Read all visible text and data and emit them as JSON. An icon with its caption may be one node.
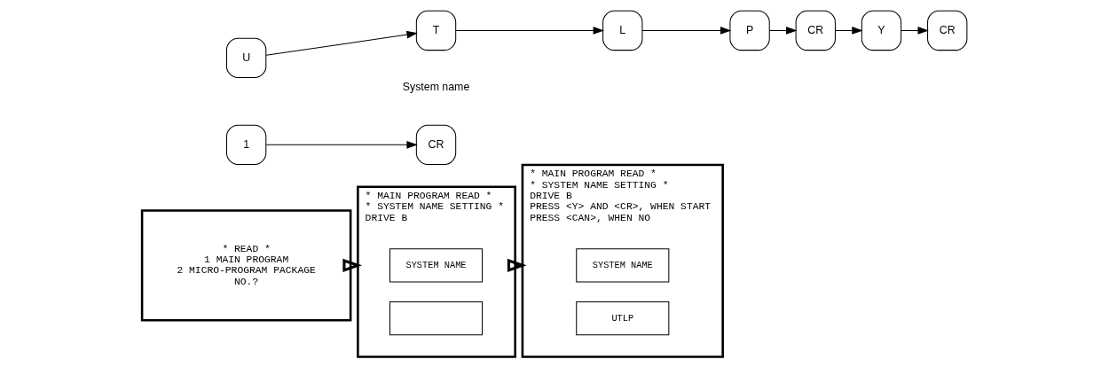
{
  "diagram": {
    "nodes": [
      {
        "text": [
          "* READ *",
          "1 MAIN PROGRAM",
          "2 MICRO-PROGRAM PACKAGE",
          "NO.?"
        ]
      },
      {
        "text": [
          "* MAIN PROGRAM READ *",
          "* SYSTEM NAME SETTING *",
          "DRIVE B"
        ]
      },
      {
        "text": [
          "SYSTEM NAME"
        ],
        "in": 1
      },
      {
        "text": [],
        "shape": "box",
        "in": 1
      },
      {
        "text": [
          "* MAIN PROGRAM READ *",
          "* SYSTEM NAME SETTING *",
          "DRIVE B",
          "PRESS <Y> AND <CR>, WHEN START",
          "PRESS <CAN>, WHEN NO"
        ]
      },
      {
        "text": [
          "SYSTEM NAME"
        ],
        "in": 4
      },
      {
        "text": [
          "UTLP"
        ],
        "in": 4
      },
      {
        "text": [
          "1"
        ]
      },
      {
        "text": [
          "CR"
        ]
      },
      {
        "text": [
          "U"
        ]
      },
      {
        "text": [
          "T"
        ]
      },
      {
        "text": [
          "L"
        ]
      },
      {
        "text": [
          "P"
        ]
      },
      {
        "text": [
          "CR"
        ]
      },
      {
        "text": [
          "Y"
        ]
      },
      {
        "text": [
          "CR"
        ]
      }
    ],
    "edges": [
      {
        "from": 0,
        "to": 1,
        "arrow": "to",
        "style": "thick"
      },
      {
        "from": 1,
        "to": 4,
        "arrow": "to",
        "style": "thick"
      },
      {
        "from": 7,
        "to": 8,
        "arrow": "to"
      },
      {
        "from": 9,
        "to": 10,
        "arrow": "to"
      },
      {
        "from": 10,
        "to": 11,
        "arrow": "to"
      },
      {
        "from": 11,
        "to": 12,
        "arrow": "to"
      },
      {
        "from": 12,
        "to": 13,
        "arrow": "to"
      },
      {
        "from": 13,
        "to": 14,
        "arrow": "to"
      },
      {
        "from": 14,
        "to": 15,
        "arrow": "to"
      }
    ],
    "labels": [
      "System name"
    ]
  }
}
